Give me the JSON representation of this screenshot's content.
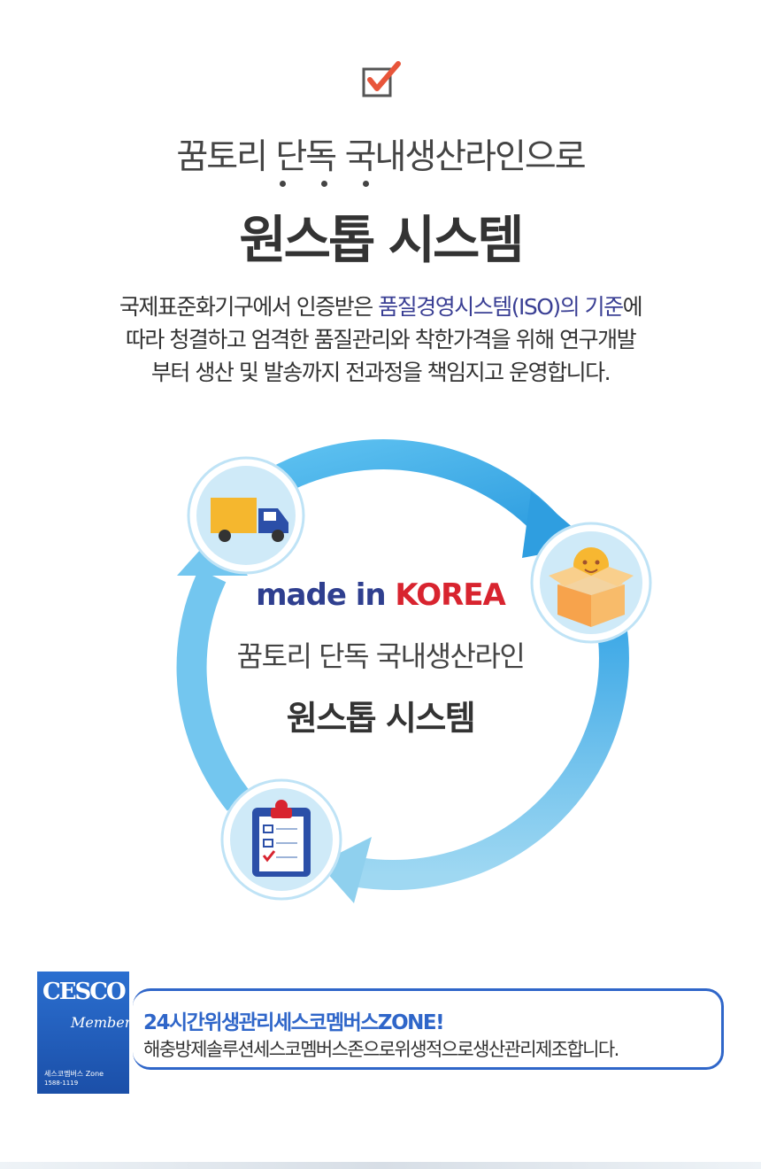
{
  "header": {
    "headline": "꿈토리 단독 국내생산라인으로",
    "title": "원스톱 시스템"
  },
  "description": {
    "line1_prefix": "국제표준화기구에서 인증받은 ",
    "line1_highlight": "품질경영시스템(ISO)의 기준",
    "line1_suffix": "에",
    "line2": "따라 청결하고 엄격한 품질관리와 착한가격을 위해 연구개발",
    "line3": "부터 생산 및 발송까지 전과정을 책임지고 운영합니다."
  },
  "cycle": {
    "brand_made": "made in ",
    "brand_korea": "KOREA",
    "subtitle": "꿈토리 단독 국내생산라인",
    "title": "원스톱 시스템",
    "icons": [
      "truck-icon",
      "box-icon",
      "clipboard-icon"
    ]
  },
  "cesco": {
    "logo_name": "CESCO",
    "logo_members": "Members",
    "logo_zone": "세스코멤버스 Zone",
    "logo_phone": "1588-1119",
    "banner_title": "24시간위생관리세스코멤버스ZONE!",
    "banner_desc": "해충방제솔루션세스코멤버스존으로위생적으로생산관리제조합니다."
  },
  "colors": {
    "accent_blue": "#2f66c9",
    "highlight_navy": "#3a3f94",
    "korea_red": "#d8242f",
    "cycle_blue": "#4aaee8"
  }
}
